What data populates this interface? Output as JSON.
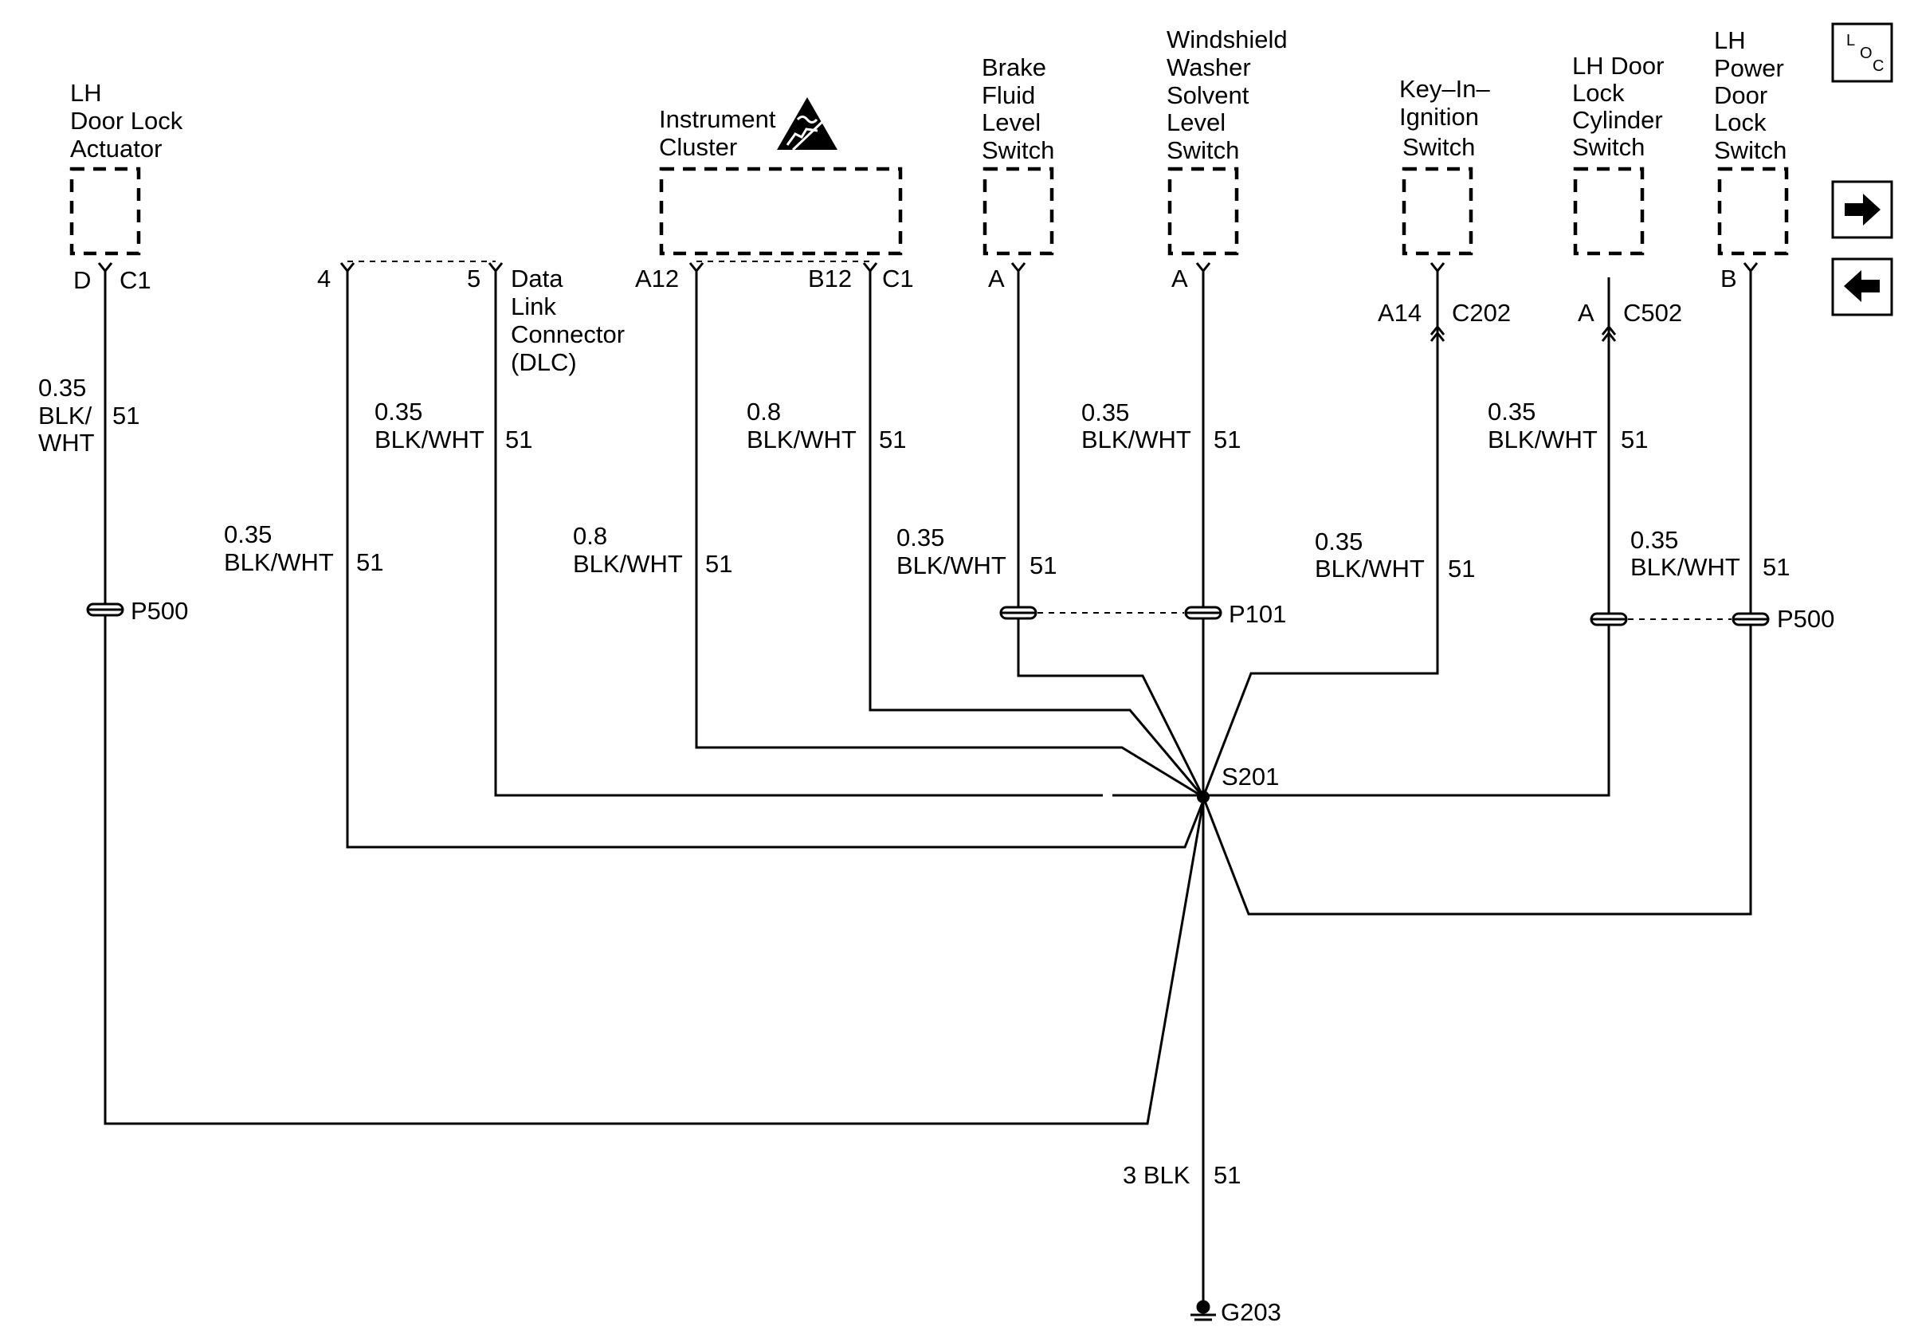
{
  "components": {
    "lh_door_lock_actuator": [
      "LH",
      "Door Lock",
      "Actuator"
    ],
    "instrument_cluster": [
      "Instrument",
      "Cluster"
    ],
    "brake_fluid_level_switch": [
      "Brake",
      "Fluid",
      "Level",
      "Switch"
    ],
    "windshield_washer_switch": [
      "Windshield",
      "Washer",
      "Solvent",
      "Level",
      "Switch"
    ],
    "key_in_ignition_switch": [
      "Key–In–",
      "Ignition",
      "Switch"
    ],
    "lh_door_lock_cylinder_switch": [
      "LH Door",
      "Lock",
      "Cylinder",
      "Switch"
    ],
    "lh_power_door_lock_switch": [
      "LH",
      "Power",
      "Door",
      "Lock",
      "Switch"
    ],
    "dlc": [
      "Data",
      "Link",
      "Connector",
      "(DLC)"
    ]
  },
  "pins": {
    "actuator_pin": "D",
    "actuator_conn": "C1",
    "dlc_pin4": "4",
    "dlc_pin5": "5",
    "cluster_a12": "A12",
    "cluster_b12": "B12",
    "cluster_conn": "C1",
    "brake_pin": "A",
    "washer_pin": "A",
    "key_pin": "A14",
    "key_conn": "C202",
    "cyl_pin": "A",
    "cyl_conn": "C502",
    "power_pin": "B"
  },
  "wires": {
    "actuator": [
      "0.35",
      "BLK/",
      "WHT",
      "51"
    ],
    "dlc4": [
      "0.35",
      "BLK/WHT",
      "51"
    ],
    "dlc5": [
      "0.35",
      "BLK/WHT",
      "51"
    ],
    "a12": [
      "0.8",
      "BLK/WHT",
      "51"
    ],
    "b12": [
      "0.8",
      "BLK/WHT",
      "51"
    ],
    "brake": [
      "0.35",
      "BLK/WHT",
      "51"
    ],
    "washer": [
      "0.35",
      "BLK/WHT",
      "51"
    ],
    "key": [
      "0.35",
      "BLK/WHT",
      "51"
    ],
    "cyl": [
      "0.35",
      "BLK/WHT",
      "51"
    ],
    "power": [
      "0.35",
      "BLK/WHT",
      "51"
    ],
    "ground": [
      "3 BLK",
      "51"
    ]
  },
  "connectors": {
    "p500_left": "P500",
    "p101": "P101",
    "p500_right": "P500"
  },
  "splice": "S201",
  "ground": "G203",
  "loc_button": {
    "top": "L",
    "mid": "O",
    "bottom": "C"
  },
  "nav": {
    "next_icon": "arrow-right-icon",
    "prev_icon": "arrow-left-icon"
  },
  "colors": {
    "ink": "#000000",
    "background": "#ffffff"
  }
}
